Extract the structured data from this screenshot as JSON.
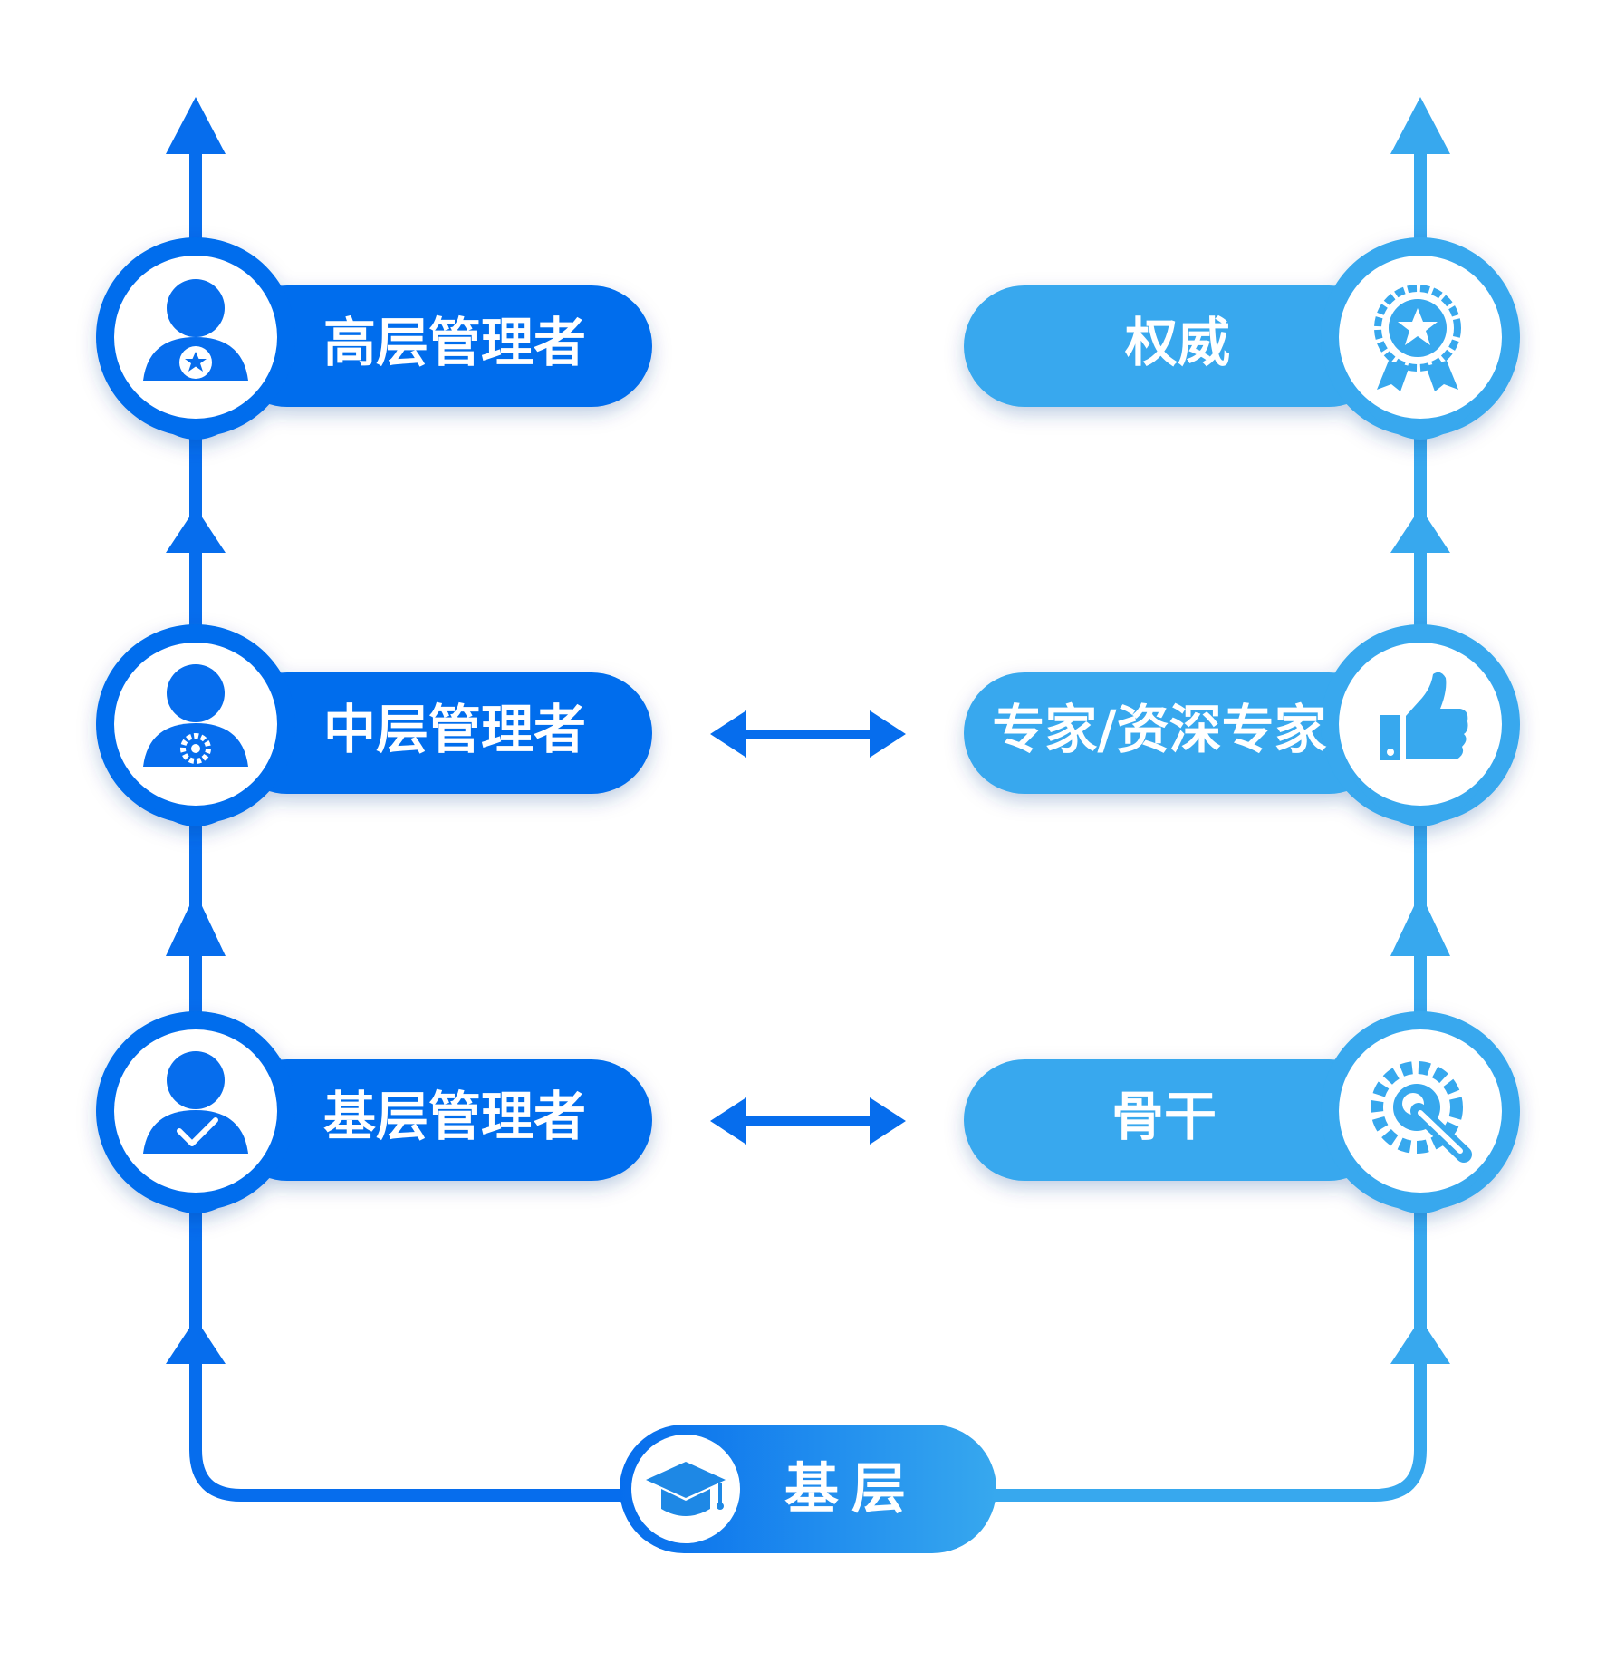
{
  "colors": {
    "management": "#066ded",
    "professional": "#37a8ee",
    "background": "#ffffff"
  },
  "management_track": [
    {
      "label": "高层管理者",
      "icon": "person-star-icon"
    },
    {
      "label": "中层管理者",
      "icon": "person-gear-icon"
    },
    {
      "label": "基层管理者",
      "icon": "person-check-icon"
    }
  ],
  "professional_track": [
    {
      "label": "权威",
      "icon": "award-badge-icon"
    },
    {
      "label": "专家/资深专家",
      "icon": "thumbs-up-icon"
    },
    {
      "label": "骨干",
      "icon": "gear-wrench-icon"
    }
  ],
  "base": {
    "label": "基层",
    "icon": "graduation-cap-icon"
  },
  "connectors": [
    "double-arrow",
    "double-arrow"
  ]
}
